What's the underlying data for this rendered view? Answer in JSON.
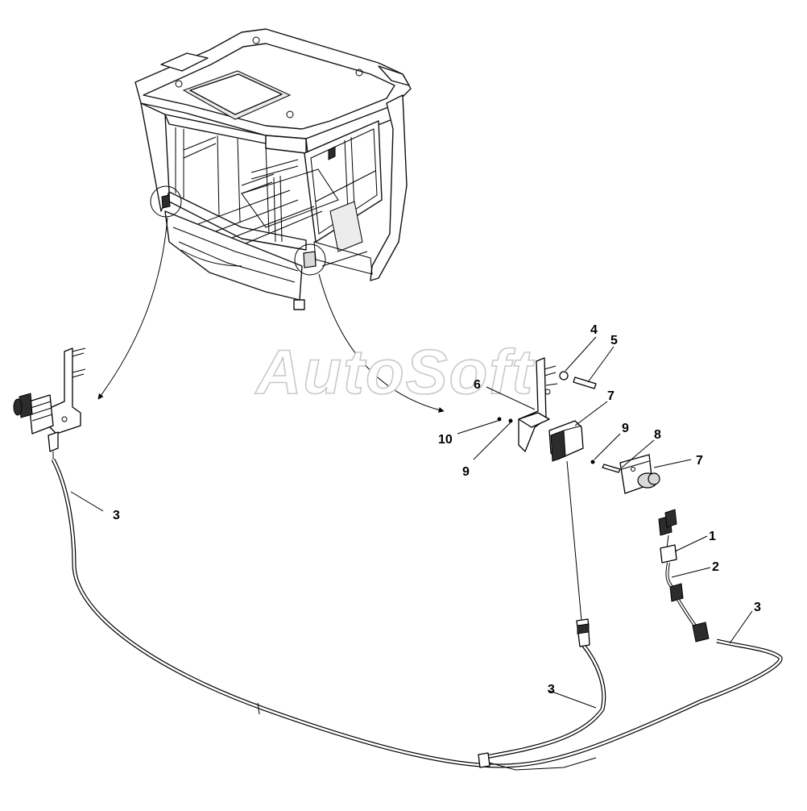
{
  "watermark": "AutoSoft",
  "callouts": {
    "c1": "1",
    "c2": "2",
    "c3_left": "3",
    "c3_middle": "3",
    "c3_right": "3",
    "c4": "4",
    "c5": "5",
    "c6": "6",
    "c7_top": "7",
    "c7_right": "7",
    "c8": "8",
    "c9_top": "9",
    "c9_bottom": "9",
    "c10": "10"
  }
}
